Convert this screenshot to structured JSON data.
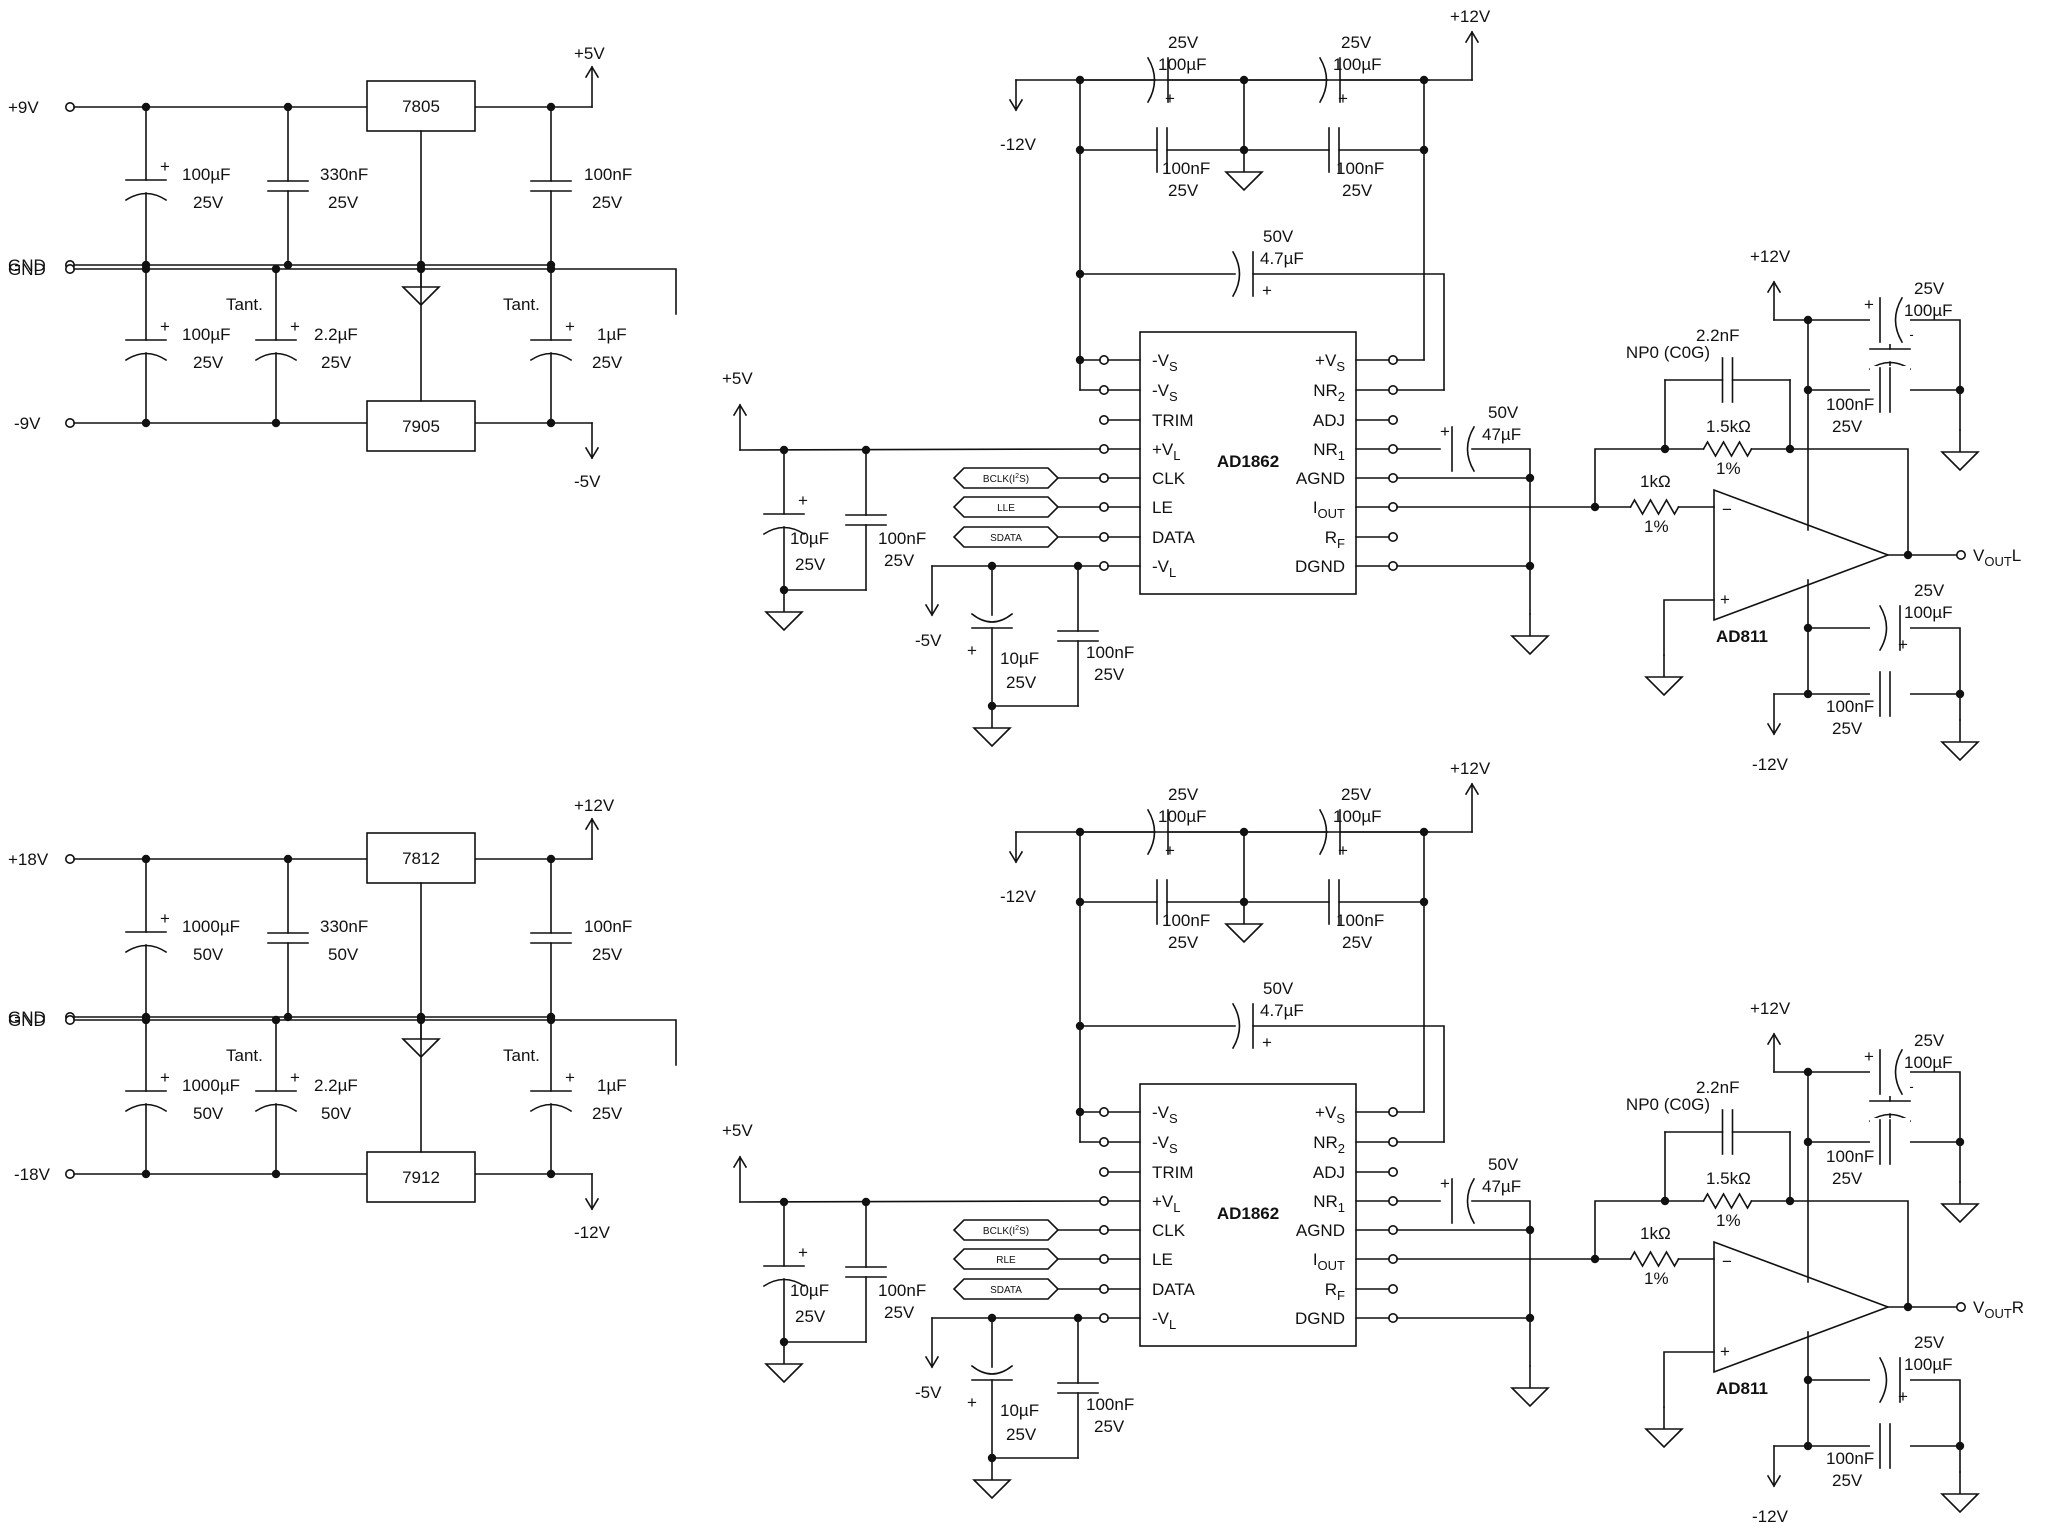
{
  "regulators": [
    {
      "part": "7805",
      "in_label": "+9V",
      "ref_label": "GND",
      "out_label": "+5V",
      "c1_value": "100µF",
      "c1_voltage": "25V",
      "c2_value": "330nF",
      "c2_voltage": "25V",
      "c3_value": "100nF",
      "c3_voltage": "25V"
    },
    {
      "part": "7905",
      "in_label": "-9V",
      "ref_label": "GND",
      "out_label": "-5V",
      "c1_value": "100µF",
      "c1_voltage": "25V",
      "c2_tag": "Tant.",
      "c2_value": "2.2µF",
      "c2_voltage": "25V",
      "c3_tag": "Tant.",
      "c3_value": "1µF",
      "c3_voltage": "25V"
    },
    {
      "part": "7812",
      "in_label": "+18V",
      "ref_label": "GND",
      "out_label": "+12V",
      "c1_value": "1000µF",
      "c1_voltage": "50V",
      "c2_value": "330nF",
      "c2_voltage": "50V",
      "c3_value": "100nF",
      "c3_voltage": "25V"
    },
    {
      "part": "7912",
      "in_label": "-18V",
      "ref_label": "GND",
      "out_label": "-12V",
      "c1_value": "1000µF",
      "c1_voltage": "50V",
      "c2_tag": "Tant.",
      "c2_value": "2.2µF",
      "c2_voltage": "50V",
      "c3_tag": "Tant.",
      "c3_value": "1µF",
      "c3_voltage": "25V"
    }
  ],
  "dac": {
    "part": "AD1862",
    "left_pins": [
      "-V",
      "-V",
      "TRIM",
      "+V",
      "CLK",
      "LE",
      "DATA",
      "-V"
    ],
    "left_subs": [
      "S",
      "S",
      "",
      "L",
      "",
      "",
      "",
      "L"
    ],
    "right_pins": [
      "+V",
      "NR",
      "ADJ",
      "NR",
      "AGND",
      "I",
      "R",
      "DGND"
    ],
    "right_subs": [
      "S",
      "2",
      "",
      "1",
      "",
      "OUT",
      "F",
      ""
    ],
    "plus12": "+12V",
    "minus12": "-12V",
    "plus5": "+5V",
    "minus5": "-5V",
    "bulk_voltage": "25V",
    "bulk_value": "100µF",
    "bypass_value": "100nF",
    "bypass_voltage": "25V",
    "nr2_voltage": "50V",
    "nr2_value": "4.7µF",
    "nr1_voltage": "50V",
    "nr1_value": "47µF",
    "vl_value": "10µF",
    "vl_voltage": "25V",
    "vl_bp_value": "100nF",
    "vl_bp_voltage": "25V",
    "vn_value": "10µF",
    "vn_voltage": "25V",
    "vn_bp_value": "100nF",
    "vn_bp_voltage": "25V"
  },
  "opamp": {
    "part": "AD811",
    "supply_pos": "+12V",
    "supply_neg": "-12V",
    "fb_c_type": "NP0 (C0G)",
    "fb_c_value": "2.2nF",
    "fb_r_value": "1.5kΩ",
    "fb_r_tol": "1%",
    "in_r_value": "1kΩ",
    "in_r_tol": "1%",
    "bulk_voltage": "25V",
    "bulk_value": "100µF",
    "bypass_value": "100nF",
    "bypass_voltage": "25V",
    "out_main": "V",
    "out_sub": "OUT"
  },
  "channels": [
    {
      "id": "left",
      "suffix": "L",
      "signals": [
        "BCLK(I",
        "LLE",
        "SDATA"
      ]
    },
    {
      "id": "right",
      "suffix": "R",
      "signals": [
        "BCLK(I",
        "RLE",
        "SDATA"
      ]
    }
  ],
  "i2s": {
    "sup": "2",
    "rest": "S)"
  },
  "symbols": {
    "plus": "+",
    "minus": "−"
  }
}
